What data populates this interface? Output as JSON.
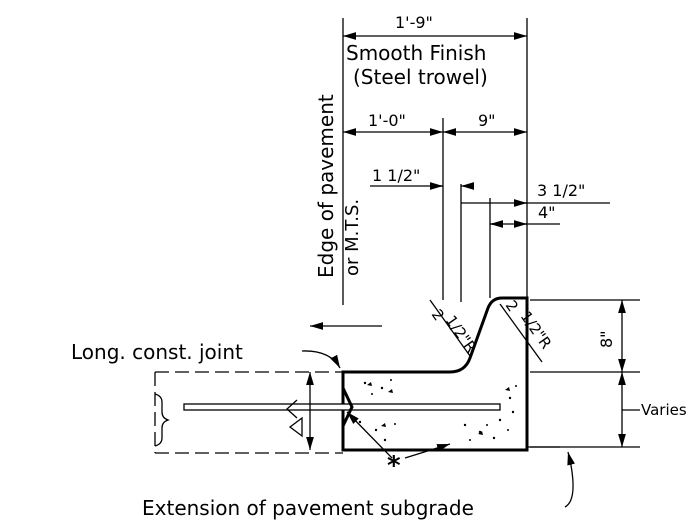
{
  "labels": {
    "top_dim": "1'-9\"",
    "smooth_finish": "Smooth Finish",
    "steel_trowel": "(Steel trowel)",
    "dim_1_0": "1'-0\"",
    "dim_9": "9\"",
    "dim_1_1_2": "1 1/2\"",
    "dim_3_1_2": "3 1/2\"",
    "dim_4": "4\"",
    "edge_of_pavement": "Edge of pavement",
    "or_mts": "or M.T.S.",
    "slope_2_left": "2",
    "slope_1_2_left": "1/2\"R",
    "slope_2_right": "2",
    "slope_1_2_right": "1/2\"R",
    "dim_8": "8\"",
    "long_const_joint": "Long. const. joint",
    "varies": "Varies",
    "asterisk": "*",
    "extension_subgrade": "Extension of pavement subgrade"
  }
}
